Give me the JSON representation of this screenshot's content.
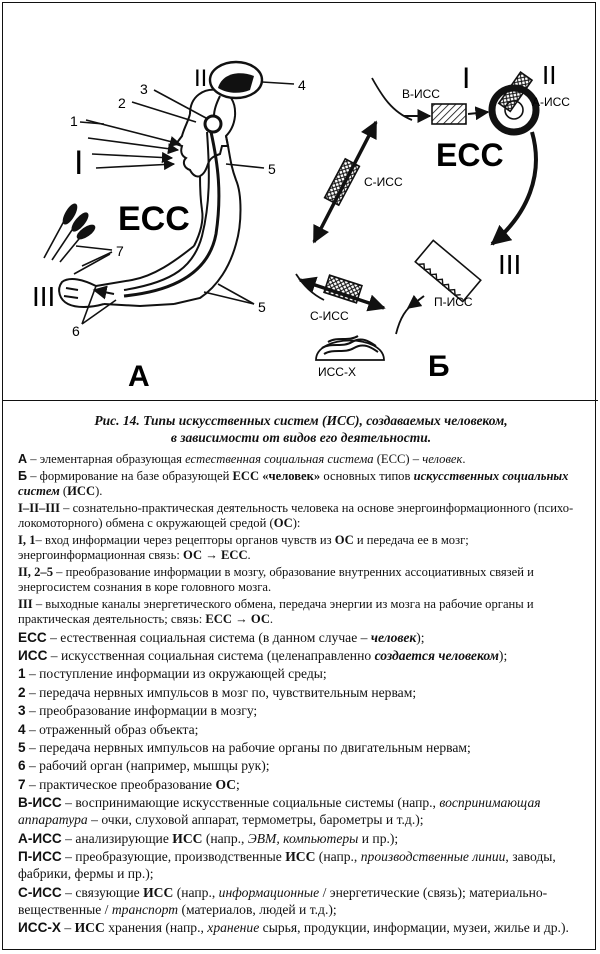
{
  "figure": {
    "panel_a": {
      "letter": "А",
      "center_label": "ЕСС",
      "roman_1": "I",
      "roman_2": "II",
      "roman_3": "III",
      "num_1": "1",
      "num_2": "2",
      "num_3": "3",
      "num_4": "4",
      "num_5a": "5",
      "num_5b": "5",
      "num_6": "6",
      "num_7": "7"
    },
    "panel_b": {
      "letter": "Б",
      "center_label": "ЕСС",
      "roman_1": "I",
      "roman_2": "II",
      "roman_3": "III",
      "v_iss": "В-ИСС",
      "a_iss": "А-ИСС",
      "s_iss_left": "С-ИСС",
      "s_iss_bottom": "С-ИСС",
      "p_iss": "П-ИСС",
      "iss_x": "ИСС-Х"
    }
  },
  "caption": {
    "title_line1": "Рис. 14. Типы искусственных систем (ИСС), создаваемых человеком,",
    "title_line2": "в зависимости от видов его деятельности.",
    "a_key": "А",
    "a_text1": " – элементарная образующая ",
    "a_em": "естественная социальная система",
    "a_text2": " (ЕСС) – ",
    "a_em2": "человек",
    "a_end": ".",
    "b_key": "Б",
    "b_text1": " – формирование на базе образующей ",
    "b_bold": "ЕСС «человек»",
    "b_text2": " основных типов ",
    "b_em": "искусственных социальных систем",
    "b_text3": " (",
    "b_bold2": "ИСС",
    "b_end": ").",
    "r123_key": "I–II–III",
    "r123_text1": " – сознательно-практическая деятельность человека на основе энергоинформационного (психо-локомоторного) обмена с окружающей средой (",
    "r123_bold": "ОС",
    "r123_end": "):",
    "r1_key": "I, 1",
    "r1_text1": "– вход информации через рецепторы органов чувств из ",
    "r1_bold": "ОС",
    "r1_text2": " и передача ее в мозг; энергоинформационная связь: ",
    "r1_bold2": "ОС → ЕСС",
    "r1_end": ".",
    "r2_key": "II, 2–5",
    "r2_text": " – преобразование информации в мозгу, образование внутренних ассоциативных связей и энергосистем сознания в коре головного мозга.",
    "r3_key": "III",
    "r3_text1": " – выходные каналы энергетического обмена, передача энергии из мозга на рабочие органы и практическая деятельность; связь: ",
    "r3_bold": "ЕСС → ОС",
    "r3_end": ".",
    "ecc_key": "ЕСС",
    "ecc_text1": " – естественная социальная система (в данном случае – ",
    "ecc_bi": "человек",
    "ecc_end": ");",
    "iss_key": "ИСС",
    "iss_text1": " – искусственная социальная система (целенаправленно ",
    "iss_bi": "создается человеком",
    "iss_end": ");",
    "n1_key": "1",
    "n1_text": " – поступление информации из окружающей среды;",
    "n2_key": "2",
    "n2_text": " – передача нервных импульсов в мозг по, чувствительным нервам;",
    "n3_key": "3",
    "n3_text": " – преобразование информации в мозгу;",
    "n4_key": "4",
    "n4_text": " – отраженный образ объекта;",
    "n5_key": "5",
    "n5_text": " – передача нервных импульсов на рабочие органы по двигательным нервам;",
    "n6_key": "6",
    "n6_text": " – рабочий орган (например, мышцы рук);",
    "n7_key": "7",
    "n7_text1": " – практическое преобразование ",
    "n7_bold": "ОС",
    "n7_end": ";",
    "viss_key": "В-ИСС",
    "viss_text1": " – воспринимающие искусственные социальные системы (напр., ",
    "viss_em": "воспринимающая аппаратура",
    "viss_text2": " – очки, слуховой аппарат, термометры, барометры и т.д.);",
    "aiss_key": "А-ИСС",
    "aiss_text1": " – анализирующие ",
    "aiss_bold": "ИСС",
    "aiss_text2": " (напр., ",
    "aiss_em": "ЭВМ, компьютеры",
    "aiss_end": " и пр.);",
    "piss_key": "П-ИСС",
    "piss_text1": " – преобразующие, производственные ",
    "piss_bold": "ИСС",
    "piss_text2": " (напр., ",
    "piss_em": "производственные линии",
    "piss_end": ", заводы, фабрики, фермы и пр.);",
    "siss_key": "С-ИСС",
    "siss_text1": " – связующие ",
    "siss_bold": "ИСС",
    "siss_text2": " (напр., ",
    "siss_em": "информационные",
    "siss_text3": " / энергетические (связь); материально-вещественные / ",
    "siss_em2": "транспорт",
    "siss_end": " (материалов, людей и т.д.);",
    "issx_key": "ИСС-Х",
    "issx_text1": " – ",
    "issx_bold": "ИСС",
    "issx_text2": " хранения (напр., ",
    "issx_em": "хранение",
    "issx_end": " сырья, продукции, информации, музеи, жилье и др.)."
  }
}
